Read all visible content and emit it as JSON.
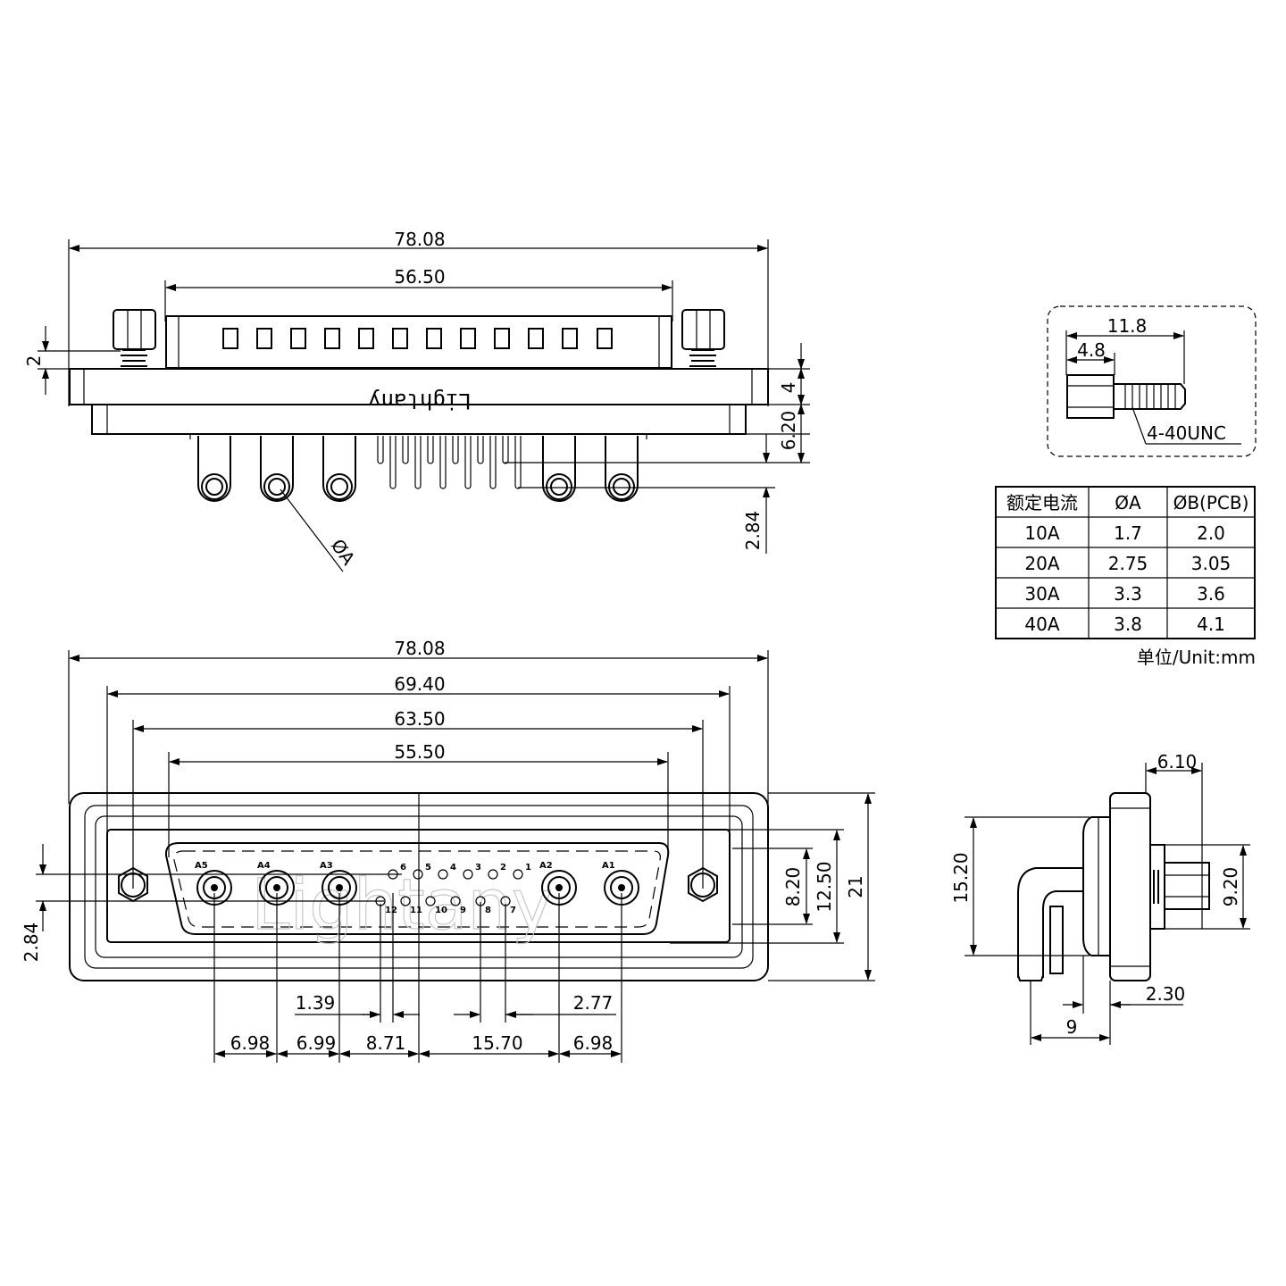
{
  "front_view": {
    "overall_width": "78.08",
    "body_width": "56.50",
    "flange_thickness": "4",
    "standoff_height": "2",
    "pin_row_offset": "6.20",
    "pin_pitch_vertical": "2.84",
    "diameter_callout": "ØA",
    "brand_text": "Lightany"
  },
  "plan_view": {
    "overall_width": "78.08",
    "hole_spacing": "69.40",
    "shell_outer": "63.50",
    "shell_inner": "55.50",
    "height_total": "21",
    "shell_height": "12.50",
    "pin_span": "8.20",
    "row_pitch": "2.84",
    "offset_left": "1.39",
    "offset_right": "2.77",
    "bottom_dims": [
      "6.98",
      "6.99",
      "8.71",
      "15.70",
      "6.98"
    ],
    "power_pins": [
      "A5",
      "A4",
      "A3",
      "A2",
      "A1"
    ],
    "signal_top": [
      "6",
      "5",
      "4",
      "3",
      "2",
      "1"
    ],
    "signal_bottom": [
      "12",
      "11",
      "10",
      "9",
      "8",
      "7"
    ],
    "watermark": "Lightany"
  },
  "screw_detail": {
    "length": "11.8",
    "head_length": "4.8",
    "thread": "4-40UNC"
  },
  "rating_table": {
    "headers": [
      "额定电流",
      "ØA",
      "ØB(PCB)"
    ],
    "rows": [
      [
        "10A",
        "1.7",
        "2.0"
      ],
      [
        "20A",
        "2.75",
        "3.05"
      ],
      [
        "30A",
        "3.3",
        "3.6"
      ],
      [
        "40A",
        "3.8",
        "4.1"
      ]
    ],
    "unit_note": "单位/Unit:mm"
  },
  "side_view": {
    "flange_depth": "6.10",
    "height": "15.20",
    "standoff_span": "9.20",
    "offset": "2.30",
    "depth": "9"
  }
}
